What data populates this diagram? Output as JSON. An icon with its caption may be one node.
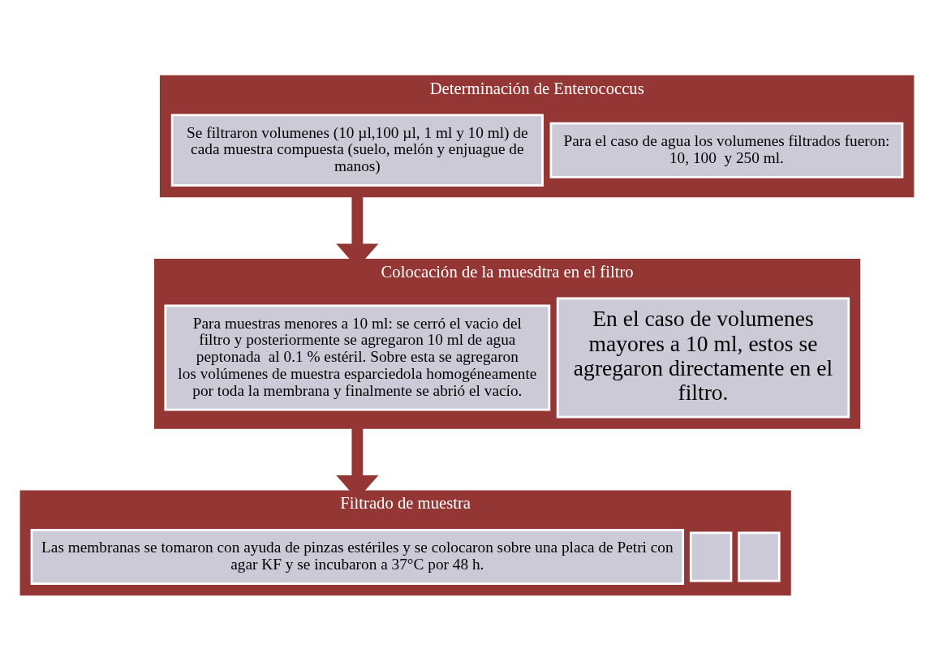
{
  "diagram": {
    "nodes": [
      {
        "text": [
          "Determinación de Enterococcus"
        ]
      },
      {
        "text": [
          "Se filtraron volumenes (10 µl,100 µl, 1 ml y 10 ml) de cada muestra compuesta (suelo, melón y enjuague de manos)"
        ],
        "in": 0
      },
      {
        "text": [
          "Para el caso de agua los volumenes filtrados fueron: 10, 100  y 250 ml."
        ],
        "in": 0
      },
      {
        "text": [
          "Colocación de la muesdtra en el filtro"
        ]
      },
      {
        "text": [
          "Para muestras menores a 10 ml: se cerró el vacio del filtro y posteriormente se agregaron 10 ml de agua peptonada  al 0.1 % estéril. Sobre esta se agregaron los volúmenes de muestra esparciedola homogéneamente por toda la membrana y finalmente se abrió el vacío."
        ],
        "in": 3
      },
      {
        "text": [
          "En el caso de volumenes mayores a 10 ml, estos se agregaron directamente en el filtro."
        ],
        "in": 3
      },
      {
        "text": [
          "Filtrado de muestra"
        ]
      },
      {
        "text": [
          "Las membranas se tomaron con ayuda de pinzas estériles y se colocaron sobre una placa de Petri con agar KF y se incubaron a 37°C por 48 h."
        ],
        "in": 6
      },
      {
        "text": [],
        "shape": "box",
        "in": 6
      },
      {
        "text": [],
        "shape": "box",
        "in": 6
      }
    ],
    "edges": [
      {
        "from": 0,
        "to": 3,
        "arrow": "to"
      },
      {
        "from": 3,
        "to": 6,
        "arrow": "to"
      }
    ]
  }
}
